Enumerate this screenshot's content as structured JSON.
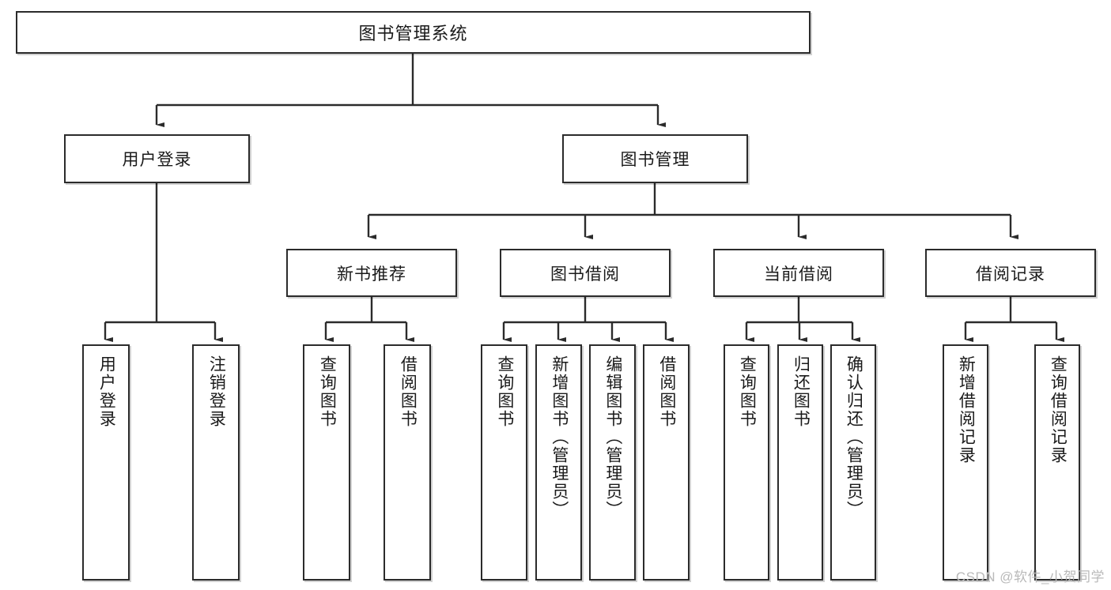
{
  "diagram": {
    "type": "org-chart",
    "title": "图书管理系统",
    "watermark": "CSDN @软件_小贺同学",
    "colors": {
      "box_border": "#2b2b2b",
      "box_fill": "#ffffff",
      "connector": "#2b2b2b",
      "watermark": "#b9b9b9",
      "background": "#ffffff"
    },
    "nodes": {
      "root": {
        "label": "图书管理系统"
      },
      "level2": [
        {
          "id": "user-login",
          "label": "用户登录"
        },
        {
          "id": "book-manage",
          "label": "图书管理"
        }
      ],
      "level3": [
        {
          "id": "new-book-rec",
          "label": "新书推荐"
        },
        {
          "id": "book-borrow",
          "label": "图书借阅"
        },
        {
          "id": "current-borrow",
          "label": "当前借阅"
        },
        {
          "id": "borrow-record",
          "label": "借阅记录"
        }
      ],
      "leaves": [
        {
          "id": "leaf-user-login",
          "parent": "user-login",
          "label": "用户登录"
        },
        {
          "id": "leaf-logout",
          "parent": "user-login",
          "label": "注销登录"
        },
        {
          "id": "leaf-query-book-1",
          "parent": "new-book-rec",
          "label": "查询图书"
        },
        {
          "id": "leaf-borrow-book-1",
          "parent": "new-book-rec",
          "label": "借阅图书"
        },
        {
          "id": "leaf-query-book-2",
          "parent": "book-borrow",
          "label": "查询图书"
        },
        {
          "id": "leaf-add-book",
          "parent": "book-borrow",
          "label": "新增图书（管理员）"
        },
        {
          "id": "leaf-edit-book",
          "parent": "book-borrow",
          "label": "编辑图书（管理员）"
        },
        {
          "id": "leaf-borrow-book-2",
          "parent": "book-borrow",
          "label": "借阅图书"
        },
        {
          "id": "leaf-query-book-3",
          "parent": "current-borrow",
          "label": "查询图书"
        },
        {
          "id": "leaf-return-book",
          "parent": "current-borrow",
          "label": "归还图书"
        },
        {
          "id": "leaf-confirm-return",
          "parent": "current-borrow",
          "label": "确认归还（管理员）"
        },
        {
          "id": "leaf-add-record",
          "parent": "borrow-record",
          "label": "新增借阅记录"
        },
        {
          "id": "leaf-query-record",
          "parent": "borrow-record",
          "label": "查询借阅记录"
        }
      ]
    }
  }
}
